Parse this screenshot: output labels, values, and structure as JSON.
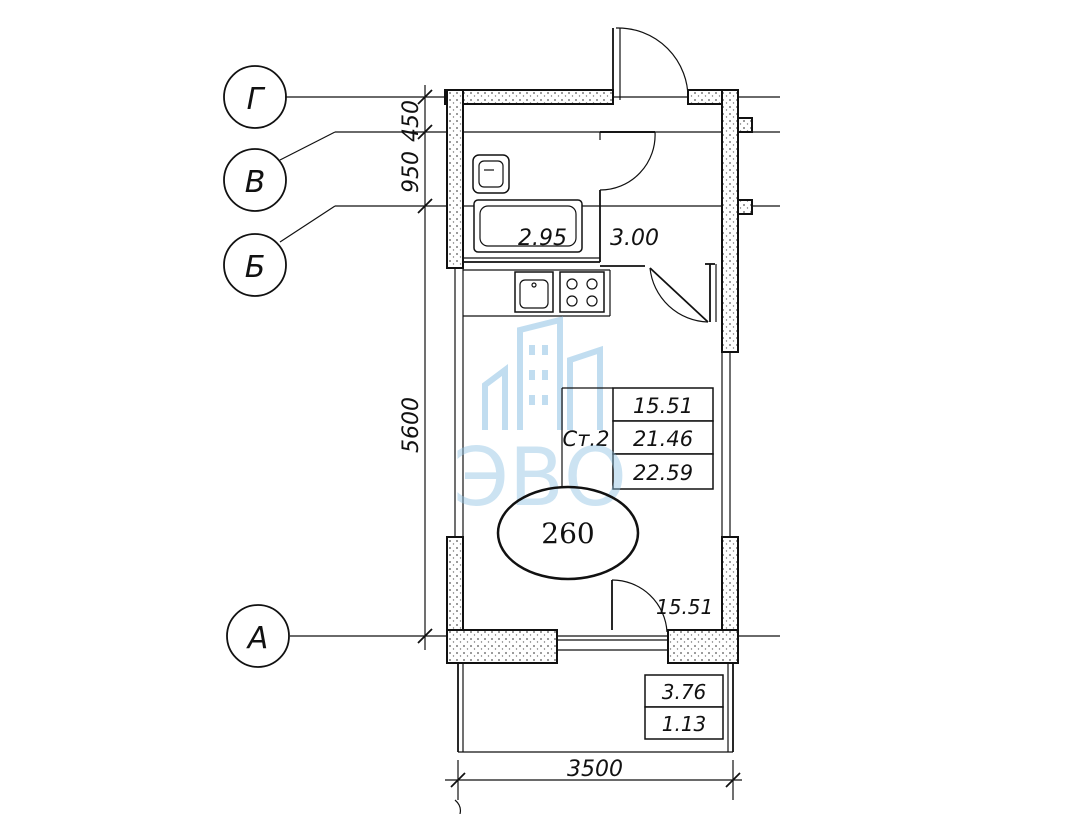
{
  "axes": {
    "G": "Г",
    "V": "В",
    "B": "Б",
    "A": "А"
  },
  "dimensions": {
    "d450": "450",
    "d950": "950",
    "d5600": "5600",
    "d3500": "3500"
  },
  "rooms": {
    "bathroom_area": "2.95",
    "hall_area": "3.00",
    "main_area_label": "15.51",
    "balcony_area_1": "3.76",
    "balcony_area_2": "1.13"
  },
  "apartment_table": {
    "type_label": "Ст.2",
    "living_area": "15.51",
    "total_area": "21.46",
    "total_with_balcony": "22.59"
  },
  "apartment_number": "260",
  "watermark": {
    "text": "ЭВО",
    "color": "#8fc3e4"
  },
  "colors": {
    "ink": "#111111",
    "background": "#ffffff"
  }
}
